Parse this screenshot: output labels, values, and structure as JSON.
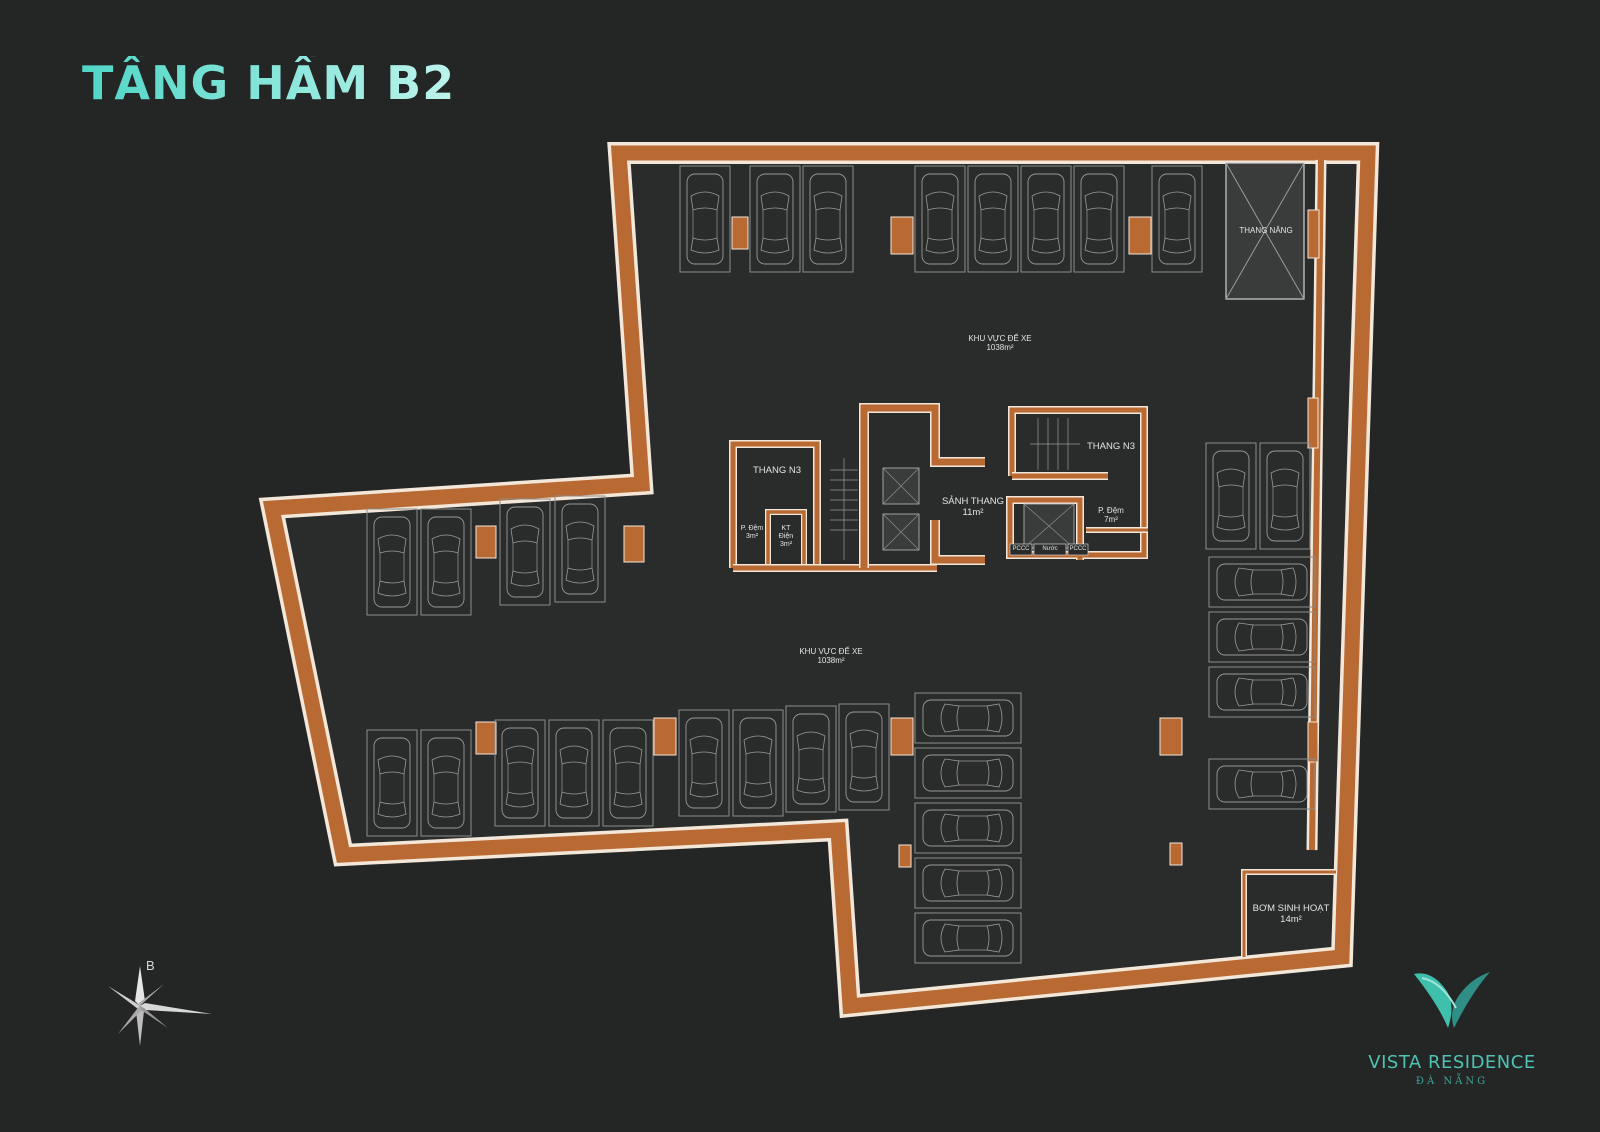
{
  "title": "TẦNG HẦM B2",
  "rooms": {
    "thang_nang": "THANG NÂNG",
    "khu_vuc_1": {
      "name": "KHU VỰC ĐỂ XE",
      "area": "1038m²"
    },
    "khu_vuc_2": {
      "name": "KHU VỰC ĐỂ XE",
      "area": "1038m²"
    },
    "thang_n3_left": "THANG N3",
    "thang_n3_right": "THANG N3",
    "sanh_thang": {
      "name": "SẢNH THANG",
      "area": "11m²"
    },
    "p_dem_right": {
      "name": "P. Đệm",
      "area": "7m²"
    },
    "p_dem_left": {
      "name": "P. Đệm",
      "area": "3m²"
    },
    "kt_dien": {
      "name1": "KT",
      "name2": "Điện",
      "area": "3m²"
    },
    "pccc_1": "PCCC",
    "nuoc": "Nước",
    "pccc_2": "PCCC",
    "bom": {
      "name": "BƠM SINH HOẠT",
      "area": "14m²"
    }
  },
  "compass": {
    "north_label": "B"
  },
  "logo": {
    "name": "VISTA RESIDENCE",
    "sub": "ĐÀ NẴNG"
  },
  "colors": {
    "wall": "#b86a32",
    "wall_outline": "#f3e7da",
    "floor": "#2a2b2b",
    "background": "#242525",
    "accent": "#4fd6c6",
    "parking": "#8c8c8c"
  }
}
